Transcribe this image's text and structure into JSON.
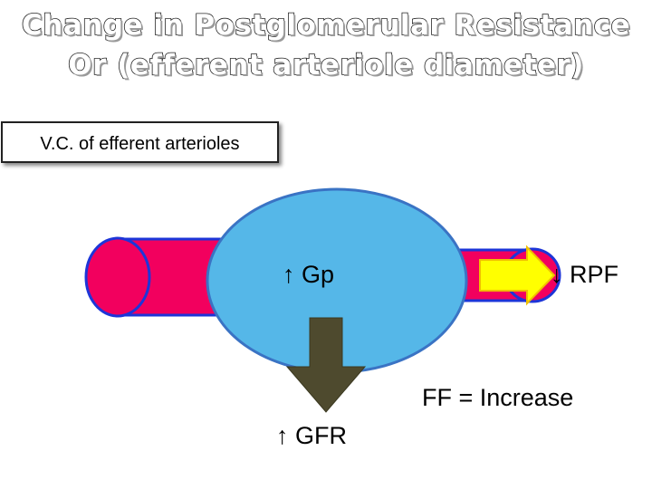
{
  "title_line1": "Change in Postglomerular Resistance",
  "title_line2": "Or (efferent arteriole diameter)",
  "box_label": "V.C. of efferent arterioles",
  "labels": {
    "gp": "↑ Gp",
    "rpf": "↓ RPF",
    "ff": "FF = Increase",
    "gfr": "↑ GFR"
  },
  "colors": {
    "vessel": "#f2005e",
    "vessel_outline": "#1d35d8",
    "glomerulus": "#55b7e8",
    "glomerulus_outline": "#3a73c4",
    "rpf_arrow": "#ffff00",
    "gfr_arrow": "#4e4a2e"
  }
}
